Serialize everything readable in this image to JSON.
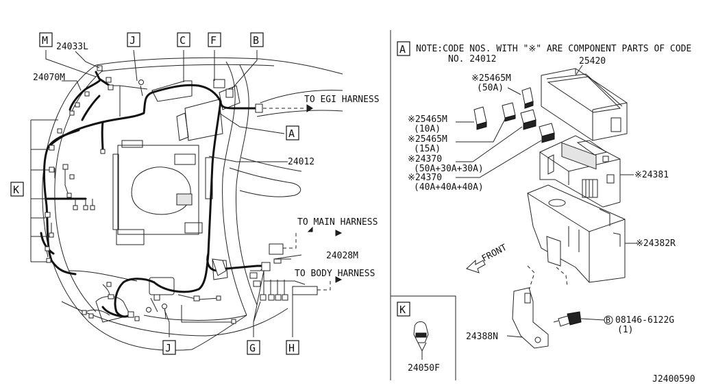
{
  "diagram_id": "J2400590",
  "callouts": {
    "M": "M",
    "J": "J",
    "C": "C",
    "F": "F",
    "B": "B",
    "A": "A",
    "K": "K",
    "G": "G",
    "H": "H"
  },
  "parts": {
    "p24033L": "24033L",
    "p24070M": "24070M",
    "p24012": "24012",
    "p24028M": "24028M",
    "p25420": "25420",
    "p25465M_a": "※25465M",
    "p25465M_a_rating": "(50A)",
    "p25465M_b": "※25465M",
    "p25465M_b_rating": "(10A)",
    "p25465M_c": "※25465M",
    "p25465M_c_rating": "(15A)",
    "p24370_a": "※24370",
    "p24370_a_rating": "(50A+30A+30A)",
    "p24370_b": "※24370",
    "p24370_b_rating": "(40A+40A+40A)",
    "p24381": "※24381",
    "p24382R": "※24382R",
    "p24388N": "24388N",
    "p08146": "08146-6122G",
    "p08146_qty": "(1)",
    "bolt_symbol": "B",
    "p24050F": "24050F"
  },
  "harness_labels": {
    "egi": "TO EGI HARNESS",
    "main": "TO MAIN HARNESS",
    "body": "TO BODY HARNESS"
  },
  "note": {
    "line1": "NOTE:CODE NOS. WITH \"※\" ARE COMPONENT PARTS OF CODE",
    "line2": "NO. 24012"
  },
  "front_label": "FRONT"
}
